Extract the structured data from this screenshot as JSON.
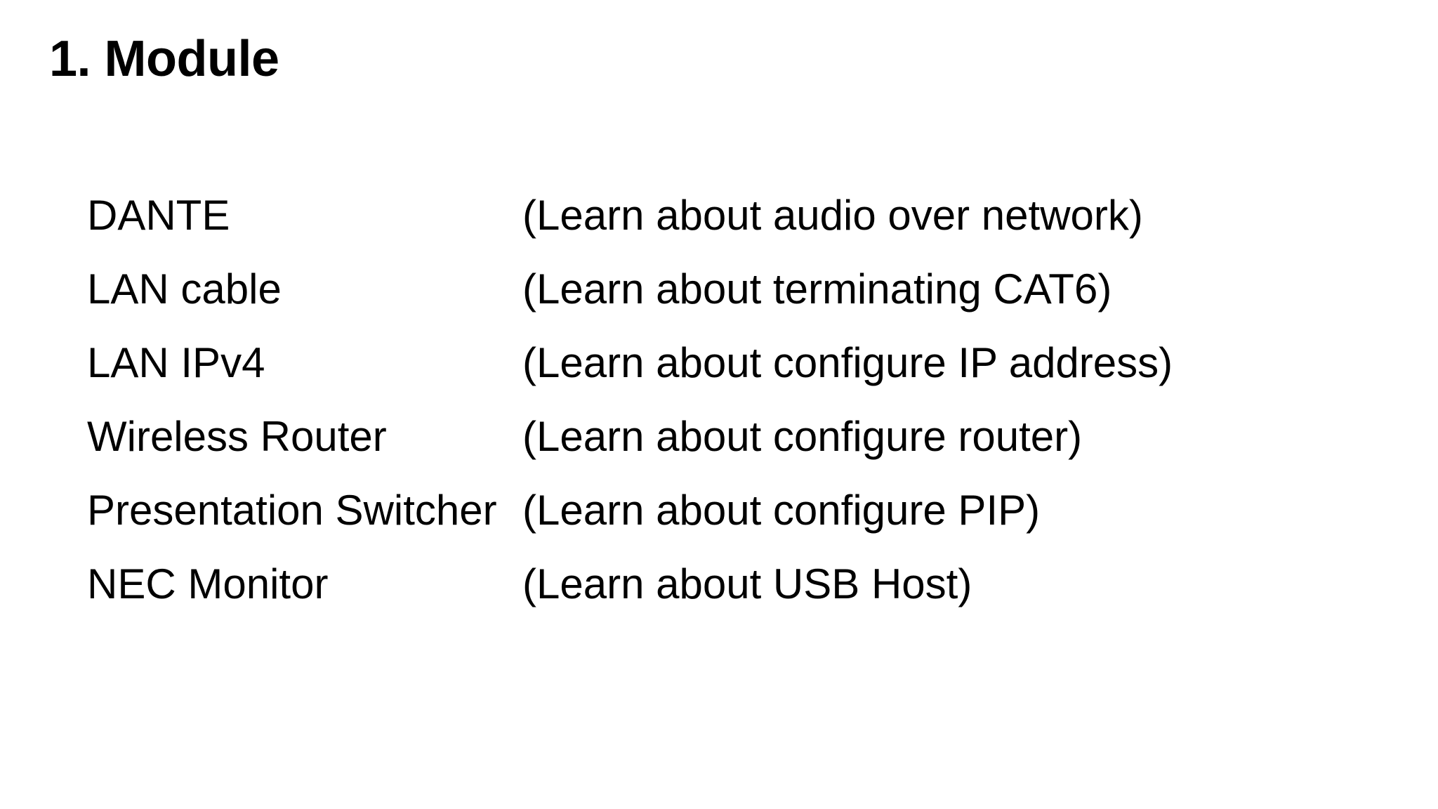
{
  "slide": {
    "title": "1. Module",
    "background_color": "#ffffff",
    "text_color": "#000000",
    "rows": [
      {
        "name": "DANTE",
        "note": "(Learn about audio over network)"
      },
      {
        "name": "LAN cable",
        "note": "(Learn about terminating CAT6)"
      },
      {
        "name": "LAN IPv4",
        "note": "(Learn about configure IP address)"
      },
      {
        "name": "Wireless Router",
        "note": "(Learn about configure router)"
      },
      {
        "name": "Presentation Switcher",
        "note": "(Learn about configure PIP)"
      },
      {
        "name": "NEC Monitor",
        "note": "(Learn about USB Host)"
      }
    ]
  }
}
